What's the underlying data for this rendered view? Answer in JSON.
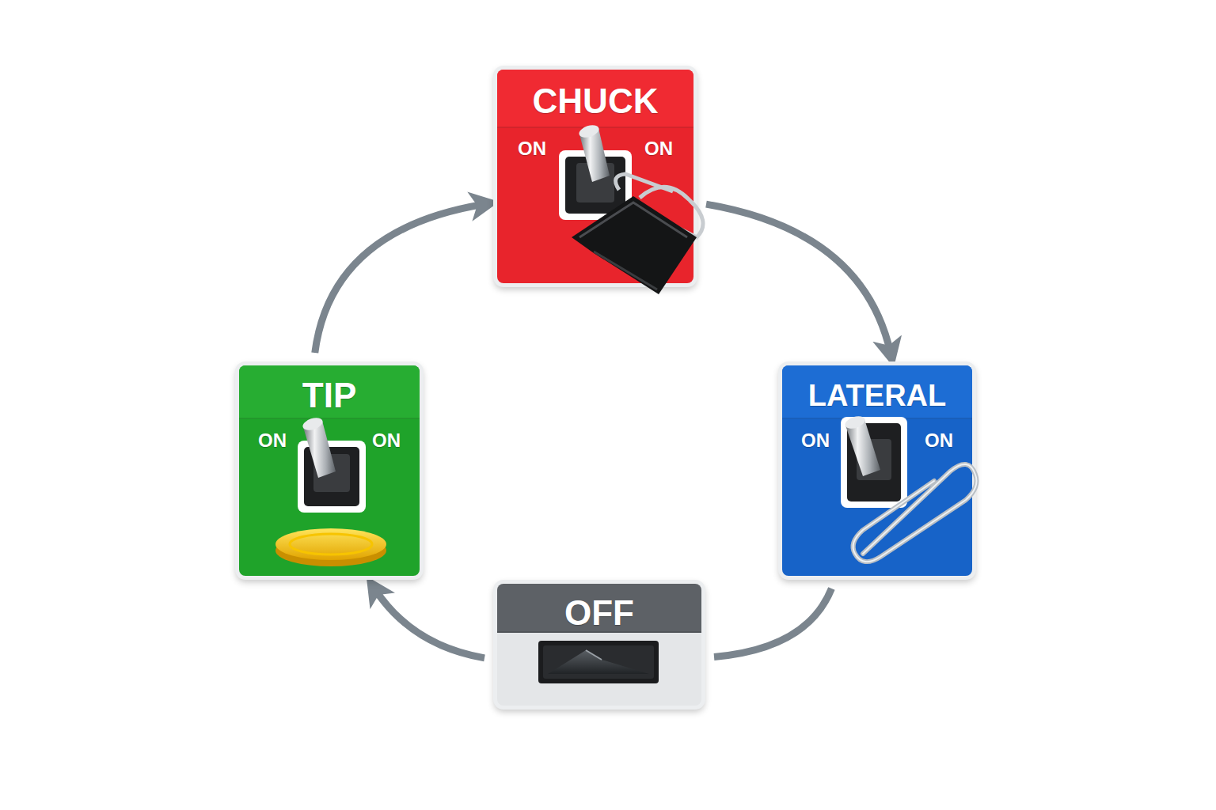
{
  "diagram": {
    "nodes": [
      {
        "text": [
          "CHUCK",
          "ON",
          "ON"
        ]
      },
      {
        "text": [
          "TIP",
          "ON",
          "ON"
        ]
      },
      {
        "text": [
          "LATERAL",
          "ON",
          "ON"
        ]
      },
      {
        "text": [
          "OFF"
        ]
      }
    ],
    "edges": [
      {
        "from": 0,
        "to": 2,
        "arrow": "to"
      },
      {
        "from": 2,
        "to": 3,
        "arrow": "none"
      },
      {
        "from": 3,
        "to": 1,
        "arrow": "to"
      },
      {
        "from": 1,
        "to": 0,
        "arrow": "to"
      }
    ]
  }
}
